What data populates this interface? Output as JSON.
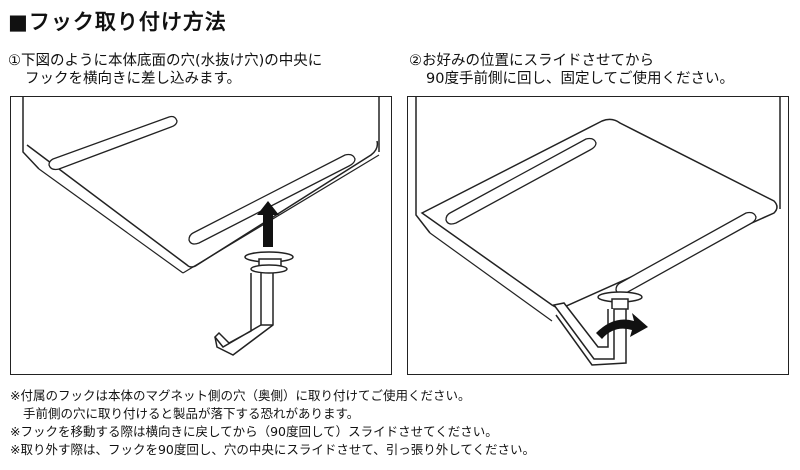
{
  "title": "■フック取り付け方法",
  "step1": {
    "line1": "①下図のように本体底面の穴(水抜け穴)の中央に",
    "line2": "フックを横向きに差し込みます。"
  },
  "step2": {
    "line1": "②お好みの位置にスライドさせてから",
    "line2": "90度手前側に回し、固定してご使用ください。"
  },
  "notes": [
    "※付属のフックは本体のマグネット側の穴（奥側）に取り付けてご使用ください。",
    "手前側の穴に取り付けると製品が落下する恐れがあります。",
    "※フックを移動する際は横向きに戻してから（90度回して）スライドさせてください。",
    "※取り外す際は、フックを90度回し、穴の中央にスライドさせて、引っ張り外してください。"
  ],
  "colors": {
    "line": "#222222",
    "shade": "#eeeeee",
    "arrow": "#111111"
  },
  "icons": [
    "up-arrow-icon",
    "rotate-arrow-icon"
  ]
}
